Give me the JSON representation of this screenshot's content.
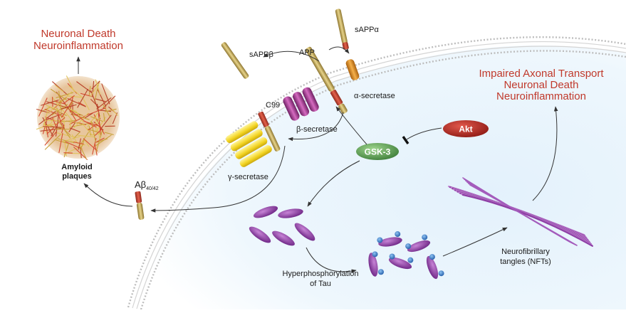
{
  "outcomes": {
    "plaque": {
      "line1": "Neuronal Death",
      "line2": "Neuroinflammation"
    },
    "tangles": {
      "line1": "Impaired Axonal Transport",
      "line2": "Neuronal Death",
      "line3": "Neuroinflammation"
    }
  },
  "labels": {
    "sappb": "sAPPβ",
    "app": "APP",
    "sappa": "sAPPα",
    "alpha_secretase": "α-secretase",
    "c99": "C99",
    "beta_secretase": "β-secretase",
    "gamma_secretase": "γ-secretase",
    "abeta_main": "Aβ",
    "abeta_sub": "40/42",
    "plaques_line1": "Amyloid",
    "plaques_line2": "plaques",
    "gsk3": "GSK-3",
    "akt": "Akt",
    "hyper_line1": "Hyperphosphorylation",
    "hyper_line2": "of Tau",
    "nft_line1": "Neurofibrillary",
    "nft_line2": "tangles (NFTs)"
  },
  "colors": {
    "outcome_text": "#c0392b",
    "membrane": "#9a9a9a",
    "cytoplasm": "#d9ecfa",
    "gsk3": "#4f9a4a",
    "akt": "#b3261e",
    "tau": "#8e3fa5",
    "phosphate": "#2e6fc0",
    "beta_secretase": "#b0489a",
    "gamma_secretase": "#f2d321",
    "alpha_secretase": "#e08a1e",
    "app_fragment": "#b89a4a"
  }
}
